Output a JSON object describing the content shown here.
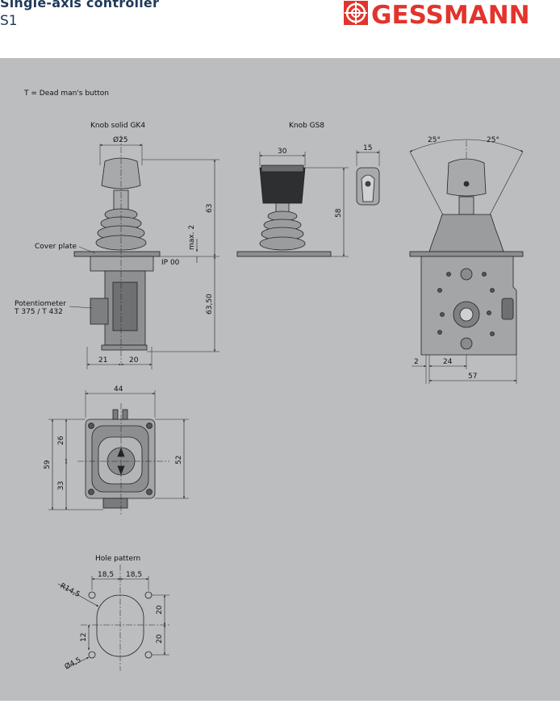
{
  "header": {
    "title": "Single-axis controller",
    "subtitle": "S1",
    "logo_text": "GESSMANN",
    "brand_color": "#e2342c",
    "title_color": "#1e3a5a"
  },
  "drawing": {
    "background_color": "#bcbdbf",
    "legend": "T = Dead man's button",
    "labels": {
      "knob_gk4": "Knob solid GK4",
      "knob_gs8": "Knob GS8",
      "cover_plate": "Cover plate",
      "potentiometer_1": "Potentiometer",
      "potentiometer_2": "T 375 / T 432",
      "ip": "IP 00",
      "max2": "max. 2",
      "hole_pattern": "Hole pattern"
    },
    "dimensions": {
      "d25": "Ø25",
      "h63": "63",
      "h6350": "63,50",
      "w21": "21",
      "w20": "20",
      "gs_w30": "30",
      "gs_h58": "58",
      "gs_w15": "15",
      "ang_l": "25°",
      "ang_r": "25°",
      "s_w2": "2",
      "s_w24": "24",
      "s_w57": "57",
      "b_w44": "44",
      "b_h59": "59",
      "b_h26": "26",
      "b_h33": "33",
      "b_h52": "52",
      "hp_185a": "18,5",
      "hp_185b": "18,5",
      "hp_r145": "R14,5",
      "hp_20a": "20",
      "hp_20b": "20",
      "hp_12": "12",
      "hp_d45": "Ø4,5"
    }
  }
}
